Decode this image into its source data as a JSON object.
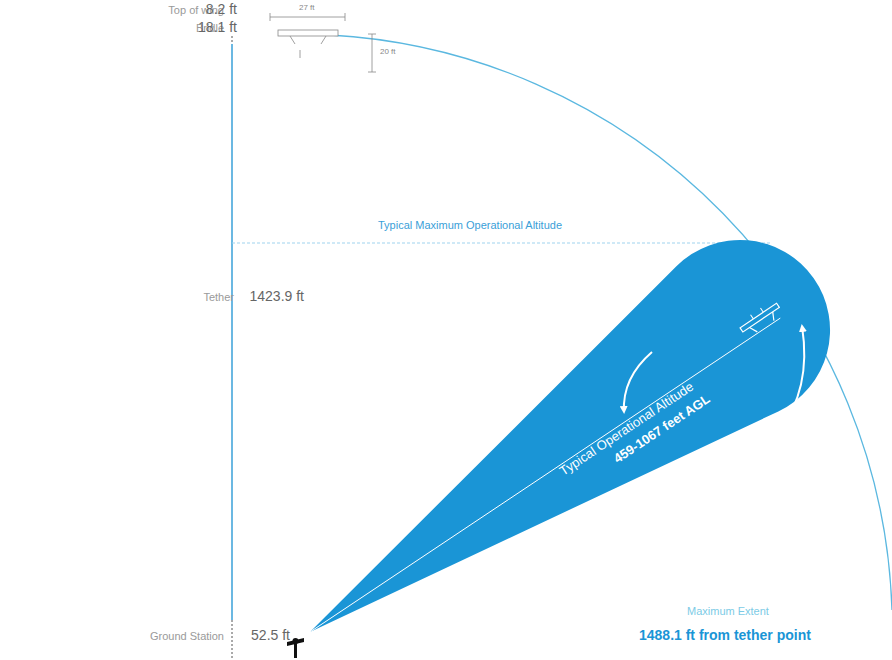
{
  "diagram": {
    "nodes": [
      {
        "text": [
          "Typical Operational Altitude",
          "459-1067 feet AGL"
        ]
      }
    ],
    "labels": [
      "Top of wing",
      "8.2 ft",
      "Bridle",
      "18.1 ft",
      "27 ft",
      "20 ft",
      "Typical Maximum Operational Altitude",
      "Tether",
      "1423.9 ft",
      "Ground Station",
      "52.5 ft",
      "Maximum Extent",
      "1488.1 ft from tether point"
    ]
  }
}
